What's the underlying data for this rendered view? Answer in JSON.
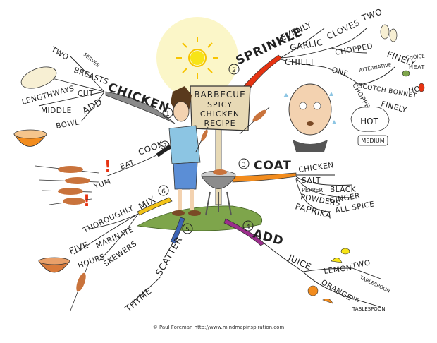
{
  "center": {
    "lines": [
      "BARBECUE",
      "SPICY",
      "CHICKEN",
      "RECIPE"
    ]
  },
  "branches": {
    "chicken": {
      "label": "CHICKEN",
      "number": "1",
      "color": "#8a8a8a",
      "items": {
        "two": "TWO",
        "serves": "SERVES",
        "breasts": "BREASTS",
        "lengthways": "LENGTHWAYS",
        "cut": "CUT",
        "middle": "MIDDLE",
        "add": "ADD",
        "bowl": "BOWL"
      }
    },
    "sprinkle": {
      "label": "SPRINKLE",
      "number": "2",
      "color": "#e63312",
      "items": {
        "evenly": "EVENLY",
        "garlic": "GARLIC",
        "cloves": "CLOVES",
        "two": "TWO",
        "chopped": "CHOPPED",
        "finely": "FINELY",
        "chilli": "CHILLI",
        "one": "ONE",
        "alternative": "ALTERNATIVE",
        "choice": "CHOICE",
        "heat": "HEAT",
        "scotch_bonnet": "SCOTCH BONNET",
        "hot": "HOT",
        "chopped2": "CHOPPED",
        "finely2": "FINELY",
        "hot_sign": "HOT",
        "medium": "MEDIUM"
      }
    },
    "coat": {
      "label": "COAT",
      "number": "3",
      "color": "#f28c1e",
      "items": {
        "chicken": "CHICKEN",
        "salt": "SALT",
        "pepper": "PEPPER",
        "black": "BLACK",
        "powders": "POWDERS",
        "ginger": "GINGER",
        "paprika": "PAPRIKA",
        "all_spice": "ALL SPICE"
      }
    },
    "add": {
      "label": "ADD",
      "number": "4",
      "color": "#9c2d8c",
      "items": {
        "juice": "JUICE",
        "lemon": "LEMON",
        "two": "TWO",
        "tablespoon": "TABLESPOON",
        "orange": "ORANGE",
        "one": "ONE",
        "tablespoon2": "TABLESPOON"
      }
    },
    "scatter": {
      "label": "SCATTER",
      "number": "5",
      "color": "#3b63b5",
      "items": {
        "thyme": "THYME"
      }
    },
    "mix": {
      "label": "MIX",
      "number": "6",
      "color": "#f2c318",
      "items": {
        "thoroughly": "THOROUGHLY",
        "marinate": "MARINATE",
        "five": "FIVE",
        "hours": "HOURS",
        "skewers": "SKEWERS"
      }
    },
    "cook": {
      "label": "COOK",
      "number": "7",
      "color": "#222222",
      "items": {
        "eat": "EAT",
        "yum": "YUM"
      }
    }
  },
  "credit": "© Paul Foreman http://www.mindmapinspiration.com",
  "colors": {
    "sun": "#f7e417",
    "sun_glow": "#fbf6c8",
    "grass": "#7ea54b",
    "chicken_meat": "#c9733c",
    "sign": "#e7d9b5"
  }
}
